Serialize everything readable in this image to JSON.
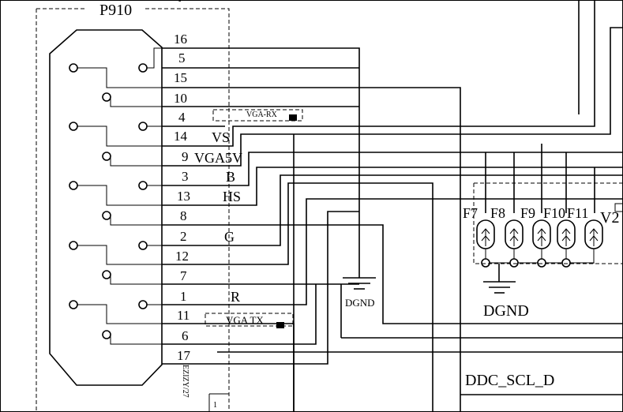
{
  "connector": {
    "ref": "P910",
    "pins": [
      "16",
      "5",
      "15",
      "10",
      "4",
      "14",
      "9",
      "3",
      "13",
      "8",
      "2",
      "12",
      "7",
      "1",
      "11",
      "6",
      "17"
    ],
    "side_text": "EZIZY/27",
    "corner_text": "1"
  },
  "net_labels": {
    "vs": "VS",
    "vga5v": "VGA5V",
    "b": "B",
    "hs": "HS",
    "g": "G",
    "r": "R"
  },
  "nets": {
    "vga_rx": "VGA-RX",
    "vga_tx": "VGA TX",
    "dgnd": "DGND",
    "dgnd2": "DGND",
    "ddc_scl": "DDC_SCL_D"
  },
  "filters": [
    "F7",
    "F8",
    "F9",
    "F10",
    "F11",
    "V2"
  ],
  "colors": {
    "ink": "#000000",
    "background": "#ffffff"
  }
}
